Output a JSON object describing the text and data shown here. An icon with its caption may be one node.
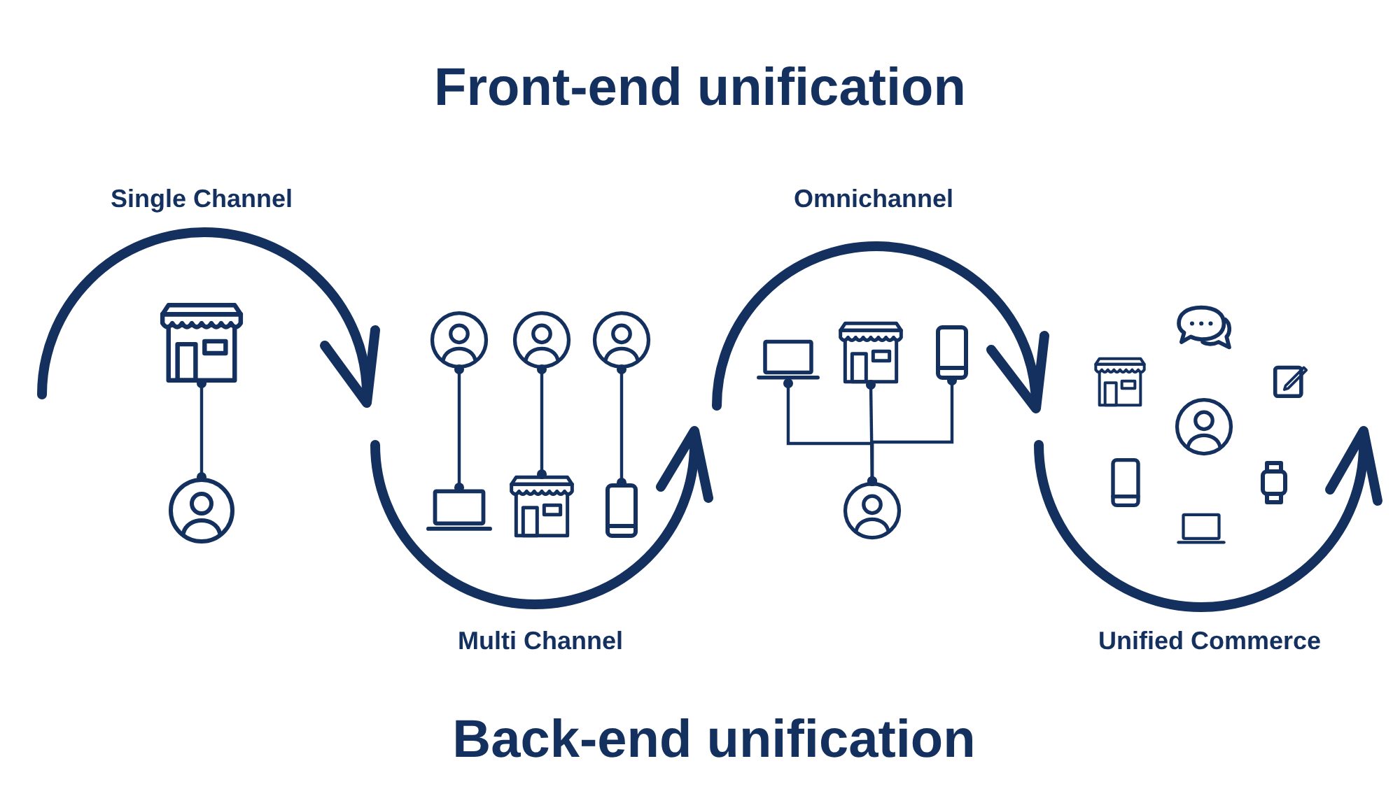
{
  "diagram": {
    "title": "Front-end unification",
    "nodes": [
      {
        "text": [],
        "shape": "store"
      },
      {
        "text": [],
        "shape": "person"
      },
      {
        "text": [],
        "shape": "person"
      },
      {
        "text": [],
        "shape": "person"
      },
      {
        "text": [],
        "shape": "person"
      },
      {
        "text": [],
        "shape": "laptop"
      },
      {
        "text": [],
        "shape": "store"
      },
      {
        "text": [],
        "shape": "phone"
      },
      {
        "text": [],
        "shape": "laptop"
      },
      {
        "text": [],
        "shape": "store"
      },
      {
        "text": [],
        "shape": "phone"
      },
      {
        "text": [],
        "shape": "person"
      },
      {
        "text": [],
        "shape": "store"
      },
      {
        "text": [],
        "shape": "chat"
      },
      {
        "text": [],
        "shape": "tablet"
      },
      {
        "text": [],
        "shape": "person"
      },
      {
        "text": [],
        "shape": "phone"
      },
      {
        "text": [],
        "shape": "watch"
      },
      {
        "text": [],
        "shape": "laptop"
      }
    ],
    "edges": [
      {
        "from": 0,
        "to": 1,
        "arrow": "other"
      },
      {
        "from": 2,
        "to": 5,
        "arrow": "other"
      },
      {
        "from": 3,
        "to": 6,
        "arrow": "other"
      },
      {
        "from": 4,
        "to": 7,
        "arrow": "other"
      },
      {
        "from": 8,
        "to": 11,
        "arrow": "other"
      },
      {
        "from": 9,
        "to": 11,
        "arrow": "other"
      },
      {
        "from": 10,
        "to": 11,
        "arrow": "other"
      }
    ],
    "labels": [
      "Single Channel",
      "Omnichannel",
      "Multi Channel",
      "Unified Commerce",
      "Back-end unification"
    ]
  }
}
